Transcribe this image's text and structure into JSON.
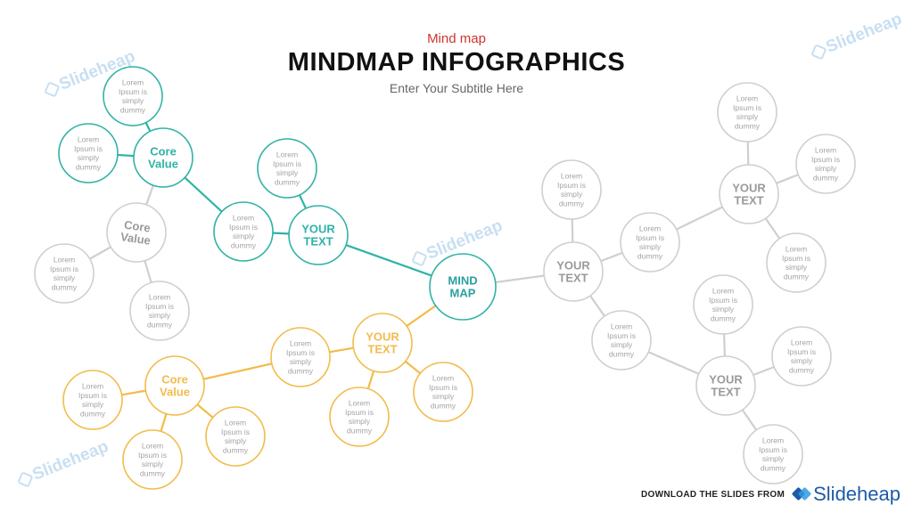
{
  "header": {
    "pretitle": "Mind map",
    "title": "MINDMAP INFOGRAPHICS",
    "subtitle": "Enter Your Subtitle Here"
  },
  "colors": {
    "teal": "#2fb3a5",
    "orange": "#f2bc4c",
    "gray": "#cfcfcf",
    "gray_text": "#a3a3a3",
    "center_text": "#2a9fa0"
  },
  "diagram": {
    "center": {
      "id": "center",
      "label": "MIND MAP",
      "kind": "main"
    },
    "nodes": [
      {
        "id": "t_your",
        "label": "YOUR TEXT",
        "kind": "main",
        "branch": "teal"
      },
      {
        "id": "t_lorem_mid",
        "label": "Lorem Ipsum is simply dummy",
        "kind": "lorem",
        "branch": "teal"
      },
      {
        "id": "t_lorem_top",
        "label": "Lorem Ipsum is simply dummy",
        "kind": "lorem",
        "branch": "teal"
      },
      {
        "id": "t_core",
        "label": "Core Value",
        "kind": "main",
        "branch": "teal"
      },
      {
        "id": "t_core_top",
        "label": "Lorem Ipsum is simply dummy",
        "kind": "lorem",
        "branch": "teal"
      },
      {
        "id": "t_core_left",
        "label": "Lorem Ipsum is simply dummy",
        "kind": "lorem",
        "branch": "teal"
      },
      {
        "id": "g_core",
        "label": "Core Value",
        "kind": "main",
        "branch": "gray"
      },
      {
        "id": "g_core_left",
        "label": "Lorem Ipsum is simply dummy",
        "kind": "lorem",
        "branch": "gray"
      },
      {
        "id": "g_core_bottom",
        "label": "Lorem Ipsum is simply dummy",
        "kind": "lorem",
        "branch": "gray"
      },
      {
        "id": "o_your",
        "label": "YOUR TEXT",
        "kind": "main",
        "branch": "orange"
      },
      {
        "id": "o_lorem_left",
        "label": "Lorem Ipsum is simply dummy",
        "kind": "lorem",
        "branch": "orange"
      },
      {
        "id": "o_lorem_down",
        "label": "Lorem Ipsum is simply dummy",
        "kind": "lorem",
        "branch": "orange"
      },
      {
        "id": "o_lorem_right",
        "label": "Lorem Ipsum is simply dummy",
        "kind": "lorem",
        "branch": "orange"
      },
      {
        "id": "o_core",
        "label": "Core Value",
        "kind": "main",
        "branch": "orange"
      },
      {
        "id": "o_core_left",
        "label": "Lorem Ipsum is simply dummy",
        "kind": "lorem",
        "branch": "orange"
      },
      {
        "id": "o_core_bottom",
        "label": "Lorem Ipsum is simply dummy",
        "kind": "lorem",
        "branch": "orange"
      },
      {
        "id": "o_core_right",
        "label": "Lorem Ipsum is simply dummy",
        "kind": "lorem",
        "branch": "orange"
      },
      {
        "id": "r_your",
        "label": "YOUR TEXT",
        "kind": "main",
        "branch": "gray"
      },
      {
        "id": "r_lorem_up",
        "label": "Lorem Ipsum is simply dummy",
        "kind": "lorem",
        "branch": "gray"
      },
      {
        "id": "r_lorem_hub1",
        "label": "Lorem Ipsum is simply dummy",
        "kind": "lorem",
        "branch": "gray"
      },
      {
        "id": "r_lorem_hub2",
        "label": "Lorem Ipsum is simply dummy",
        "kind": "lorem",
        "branch": "gray"
      },
      {
        "id": "r_hub1",
        "label": "YOUR TEXT",
        "kind": "main",
        "branch": "gray"
      },
      {
        "id": "r_hub1_top",
        "label": "Lorem Ipsum is simply dummy",
        "kind": "lorem",
        "branch": "gray"
      },
      {
        "id": "r_hub1_right",
        "label": "Lorem Ipsum is simply dummy",
        "kind": "lorem",
        "branch": "gray"
      },
      {
        "id": "r_hub1_bottom",
        "label": "Lorem Ipsum is simply dummy",
        "kind": "lorem",
        "branch": "gray"
      },
      {
        "id": "r_hub2",
        "label": "YOUR TEXT",
        "kind": "main",
        "branch": "gray"
      },
      {
        "id": "r_hub2_top",
        "label": "Lorem Ipsum is simply dummy",
        "kind": "lorem",
        "branch": "gray"
      },
      {
        "id": "r_hub2_right",
        "label": "Lorem Ipsum is simply dummy",
        "kind": "lorem",
        "branch": "gray"
      },
      {
        "id": "r_hub2_bottom",
        "label": "Lorem Ipsum is simply dummy",
        "kind": "lorem",
        "branch": "gray"
      }
    ],
    "edges": [
      {
        "from": "center",
        "to": "t_your",
        "branch": "teal"
      },
      {
        "from": "t_your",
        "to": "t_lorem_top",
        "branch": "teal"
      },
      {
        "from": "t_your",
        "to": "t_lorem_mid",
        "branch": "teal"
      },
      {
        "from": "t_lorem_mid",
        "to": "t_core",
        "branch": "teal"
      },
      {
        "from": "t_core",
        "to": "t_core_top",
        "branch": "teal"
      },
      {
        "from": "t_core",
        "to": "t_core_left",
        "branch": "teal"
      },
      {
        "from": "t_core",
        "to": "g_core",
        "branch": "gray"
      },
      {
        "from": "g_core",
        "to": "g_core_left",
        "branch": "gray"
      },
      {
        "from": "g_core",
        "to": "g_core_bottom",
        "branch": "gray"
      },
      {
        "from": "center",
        "to": "o_your",
        "branch": "orange"
      },
      {
        "from": "o_your",
        "to": "o_lorem_left",
        "branch": "orange"
      },
      {
        "from": "o_your",
        "to": "o_lorem_down",
        "branch": "orange"
      },
      {
        "from": "o_your",
        "to": "o_lorem_right",
        "branch": "orange"
      },
      {
        "from": "o_lorem_left",
        "to": "o_core",
        "branch": "orange"
      },
      {
        "from": "o_core",
        "to": "o_core_left",
        "branch": "orange"
      },
      {
        "from": "o_core",
        "to": "o_core_bottom",
        "branch": "orange"
      },
      {
        "from": "o_core",
        "to": "o_core_right",
        "branch": "orange"
      },
      {
        "from": "center",
        "to": "r_your",
        "branch": "gray"
      },
      {
        "from": "r_your",
        "to": "r_lorem_up",
        "branch": "gray"
      },
      {
        "from": "r_your",
        "to": "r_lorem_hub1",
        "branch": "gray"
      },
      {
        "from": "r_your",
        "to": "r_lorem_hub2",
        "branch": "gray"
      },
      {
        "from": "r_lorem_hub1",
        "to": "r_hub1",
        "branch": "gray"
      },
      {
        "from": "r_hub1",
        "to": "r_hub1_top",
        "branch": "gray"
      },
      {
        "from": "r_hub1",
        "to": "r_hub1_right",
        "branch": "gray"
      },
      {
        "from": "r_hub1",
        "to": "r_hub1_bottom",
        "branch": "gray"
      },
      {
        "from": "r_lorem_hub2",
        "to": "r_hub2",
        "branch": "gray"
      },
      {
        "from": "r_hub2",
        "to": "r_hub2_top",
        "branch": "gray"
      },
      {
        "from": "r_hub2",
        "to": "r_hub2_right",
        "branch": "gray"
      },
      {
        "from": "r_hub2",
        "to": "r_hub2_bottom",
        "branch": "gray"
      }
    ]
  },
  "watermark": {
    "text": "Slideheap",
    "icon": "slideheap-logo-icon"
  },
  "footer": {
    "text": "DOWNLOAD THE SLIDES FROM",
    "brand": "Slideheap",
    "brand_icon": "slideheap-logo-icon"
  }
}
